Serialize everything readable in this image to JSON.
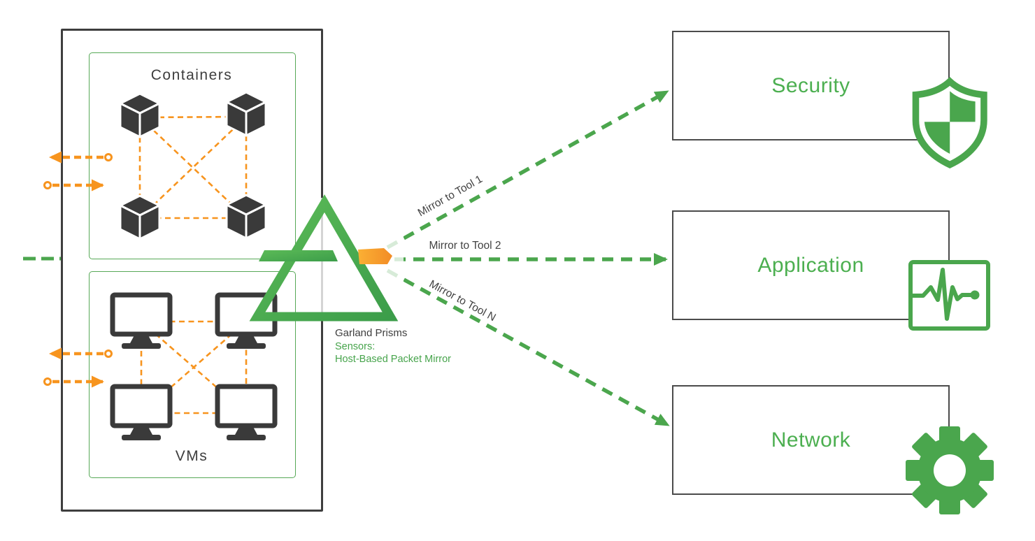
{
  "source_panel": {
    "containers_label": "Containers",
    "vms_label": "VMs"
  },
  "prism": {
    "title": "Garland Prisms",
    "sensors_label": "Sensors:",
    "sensor_type": "Host-Based Packet Mirror"
  },
  "mirror_arrows": {
    "tool1": "Mirror to Tool 1",
    "tool2": "Mirror to Tool 2",
    "toolN": "Mirror to Tool N"
  },
  "tools": {
    "security": "Security",
    "application": "Application",
    "network": "Network"
  },
  "icons": {
    "security": "shield-icon",
    "application": "pulse-icon",
    "network": "gear-icon",
    "containers": "cube-icon",
    "vms": "monitor-icon",
    "prism": "garland-prism-triangle-logo"
  },
  "colors": {
    "label_green": "#4caf50",
    "arrow_green": "#4ba64d",
    "logo_green_light": "#5cbb57",
    "logo_green_dark": "#3c9d4a",
    "orange": "#f7941e",
    "beam_orange_light": "#fbb034",
    "beam_orange_dark": "#f28c26",
    "dark_gray": "#3e3e3e",
    "box_border_gray": "#4b4b4b"
  }
}
